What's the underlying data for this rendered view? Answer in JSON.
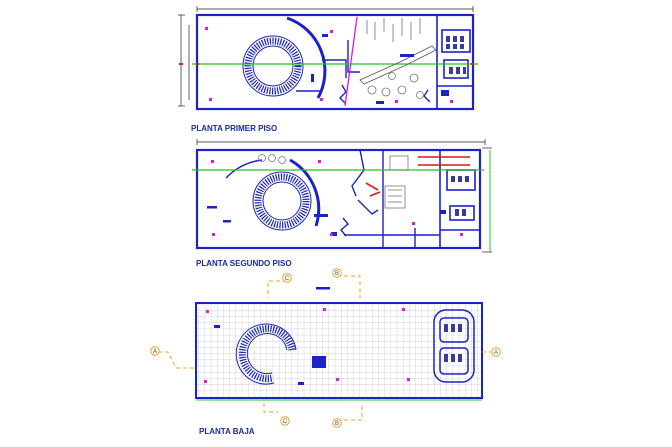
{
  "plans": [
    {
      "id": "first",
      "title": "PLANTA PRIMER PISO"
    },
    {
      "id": "second",
      "title": "PLANTA SEGUNDO PISO"
    },
    {
      "id": "ground",
      "title": "PLANTA BAJA"
    }
  ],
  "axis_markers": {
    "a": "A",
    "b": "B",
    "c": "C"
  },
  "colors": {
    "wall": "#1a22c8",
    "stair": "#1d24b8",
    "grid": "#9aa0a8",
    "green_line": "#1fc81f",
    "magenta_line": "#e01ad8",
    "red_line": "#e01818",
    "dimension": "#222222",
    "axis_orange": "#f0a020",
    "furniture": "#6b6b6b"
  }
}
